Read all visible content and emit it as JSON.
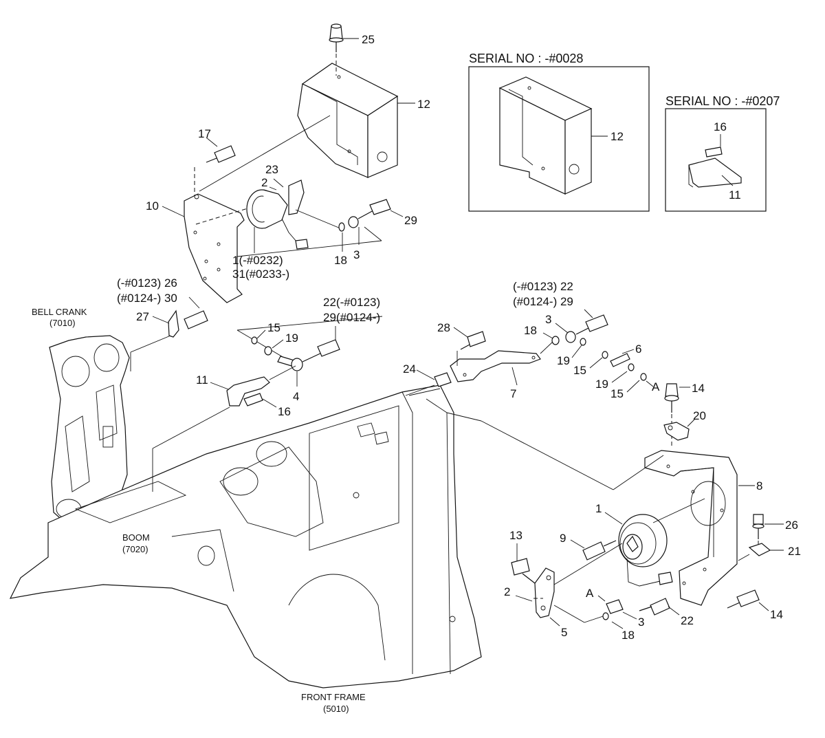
{
  "callouts": {
    "c1": "1",
    "c1b": "1(-#0232)",
    "c31": "31(#0233-)",
    "c2a": "2",
    "c2b": "2",
    "c3a": "3",
    "c3b": "3",
    "c3c": "3",
    "c4": "4",
    "c5": "5",
    "c6": "6",
    "c7": "7",
    "c8": "8",
    "c9": "9",
    "c10": "10",
    "c11a": "11",
    "c11b": "11",
    "c12a": "12",
    "c12b": "12",
    "c13": "13",
    "c14a": "14",
    "c14b": "14",
    "c15a": "15",
    "c15b": "15",
    "c15c": "15",
    "c16a": "16",
    "c16b": "16",
    "c17": "17",
    "c18a": "18",
    "c18b": "18",
    "c18c": "18",
    "c19a": "19",
    "c19b": "19",
    "c19c": "19",
    "c20": "20",
    "c21": "21",
    "c22": "22",
    "c22a": "22(-#0123)",
    "c29a": "29(#0124-)",
    "c22b": "(-#0123) 22",
    "c29b": "(#0124-) 29",
    "c23": "23",
    "c24": "24",
    "c25": "25",
    "c26a": "(-#0123) 26",
    "c30": "(#0124-) 30",
    "c26b": "26",
    "c27": "27",
    "c28": "28",
    "c29": "29",
    "cA1": "A",
    "cA2": "A"
  },
  "serial_boxes": {
    "box1": "SERIAL NO : -#0028",
    "box2": "SERIAL NO : -#0207"
  },
  "references": {
    "bell_crank": "BELL CRANK",
    "bell_crank_no": "(7010)",
    "boom": "BOOM",
    "boom_no": "(7020)",
    "front_frame": "FRONT FRAME",
    "front_frame_no": "(5010)"
  }
}
